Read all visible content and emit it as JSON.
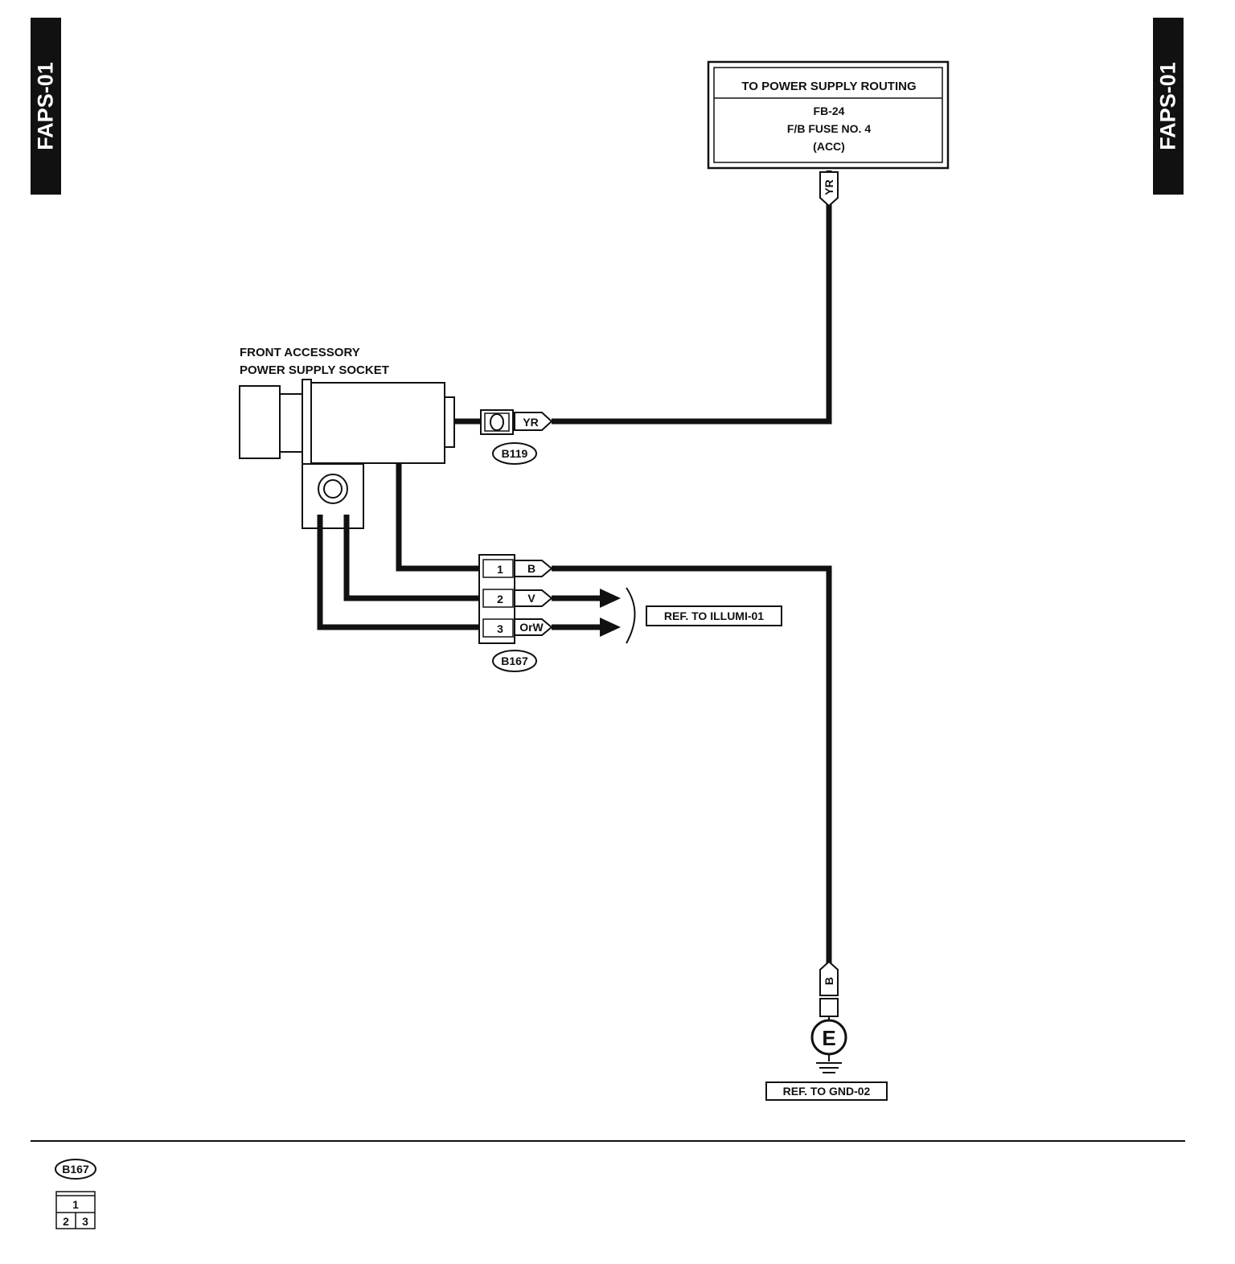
{
  "page_tag": "FAPS-01",
  "power_source": {
    "title": "TO POWER SUPPLY ROUTING",
    "line1": "FB-24",
    "line2": "F/B FUSE NO. 4",
    "line3": "(ACC)"
  },
  "component": {
    "name_line1": "FRONT ACCESSORY",
    "name_line2": "POWER SUPPLY SOCKET"
  },
  "connectors": {
    "b119": {
      "id": "B119",
      "wire": "YR"
    },
    "b167": {
      "id": "B167",
      "pins": [
        {
          "pin": "1",
          "wire": "B"
        },
        {
          "pin": "2",
          "wire": "V"
        },
        {
          "pin": "3",
          "wire": "OrW"
        }
      ]
    }
  },
  "top_wire_color": "YR",
  "ground_wire_color": "B",
  "ground_symbol": "E",
  "ref_illumi": "REF. TO ILLUMI-01",
  "ref_gnd": "REF. TO GND-02",
  "legend": {
    "connector_id": "B167",
    "pins_row1": [
      "1"
    ],
    "pins_row2": [
      "2",
      "3"
    ]
  }
}
